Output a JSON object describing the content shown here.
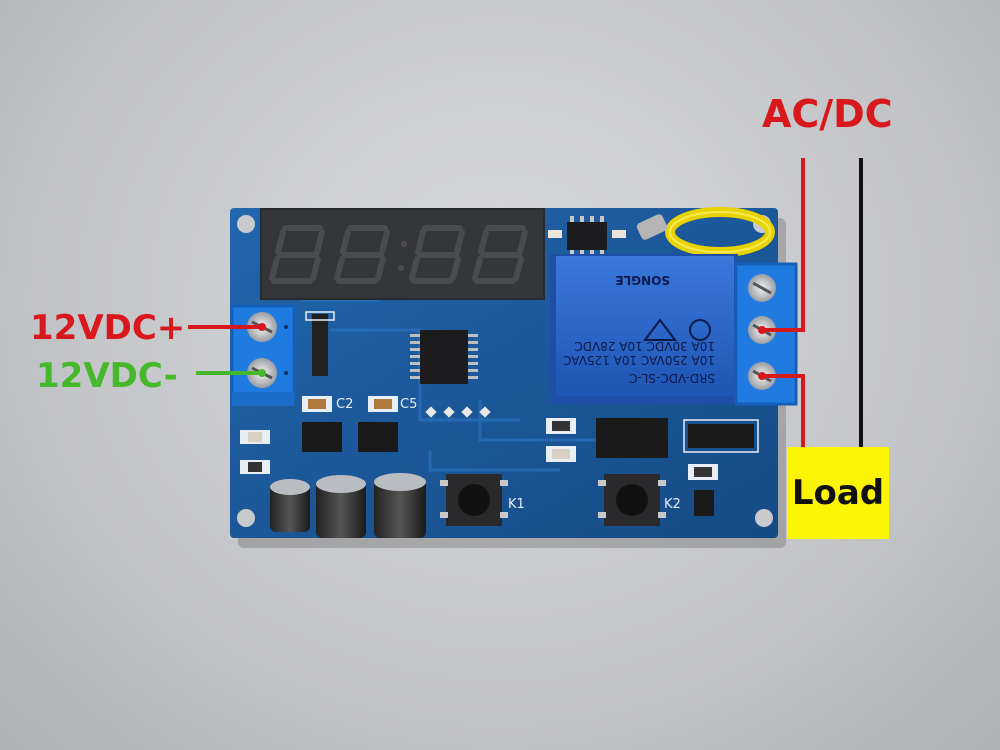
{
  "labels": {
    "acdc": "AC/DC",
    "vdc_plus": "12VDC+",
    "vdc_minus": "12VDC-",
    "load": "Load"
  },
  "board": {
    "k1": "K1",
    "k2": "K2",
    "c2": "C2",
    "c5": "C5",
    "relay_model": "SRD-VDC-SL-C",
    "relay_rating_1": "10A 250VAC 10A 125VAC",
    "relay_rating_2": "10A 30VDC 10A 28VDC",
    "relay_brand": "SONGLE"
  },
  "colors": {
    "pcb": "#1d5a9c",
    "wire_positive": "#d8181c",
    "wire_negative": "#46b82c",
    "load_box": "#fbf405",
    "relay": "#2a64c8"
  }
}
